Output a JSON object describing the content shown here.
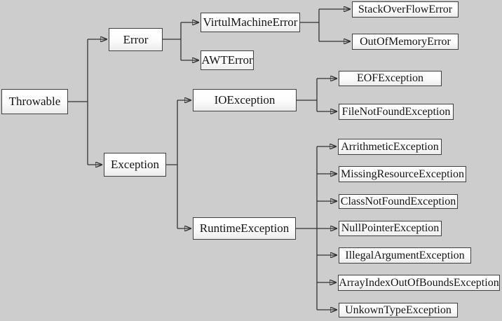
{
  "diagram": {
    "type": "tree-hierarchy",
    "background_color": "#cdcdcd",
    "box_fill_color": "#ffffff",
    "box_border_color": "#404040",
    "line_color": "#333333",
    "text_color": "#141414",
    "nodes": {
      "throwable": {
        "label": "Throwable"
      },
      "error": {
        "label": "Error"
      },
      "exception": {
        "label": "Exception"
      },
      "virtulmachineerror": {
        "label": "VirtulMachineError"
      },
      "awterror": {
        "label": "AWTError"
      },
      "ioexception": {
        "label": "IOException"
      },
      "runtimeexception": {
        "label": "RuntimeException"
      },
      "stackoverflowerror": {
        "label": "StackOverFlowError"
      },
      "outofmemoryerror": {
        "label": "OutOfMemoryError"
      },
      "eofexception": {
        "label": "EOFException"
      },
      "filenotfoundexception": {
        "label": "FileNotFoundException"
      },
      "arrithmeticexception": {
        "label": "ArrithmeticException"
      },
      "missingresourceexception": {
        "label": "MissingResourceException"
      },
      "classnotfoundexception": {
        "label": "ClassNotFoundException"
      },
      "nullpointerexception": {
        "label": "NullPointerException"
      },
      "illegalargumentexception": {
        "label": "IllegalArgumentException"
      },
      "arrayindexoutofboundsexception": {
        "label": "ArrayIndexOutOfBoundsException"
      },
      "unkowntypeexception": {
        "label": "UnkownTypeException"
      }
    },
    "edges": [
      {
        "from": "throwable",
        "to": "error"
      },
      {
        "from": "throwable",
        "to": "exception"
      },
      {
        "from": "error",
        "to": "virtulmachineerror"
      },
      {
        "from": "error",
        "to": "awterror"
      },
      {
        "from": "virtulmachineerror",
        "to": "stackoverflowerror"
      },
      {
        "from": "virtulmachineerror",
        "to": "outofmemoryerror"
      },
      {
        "from": "exception",
        "to": "ioexception"
      },
      {
        "from": "exception",
        "to": "runtimeexception"
      },
      {
        "from": "ioexception",
        "to": "eofexception"
      },
      {
        "from": "ioexception",
        "to": "filenotfoundexception"
      },
      {
        "from": "runtimeexception",
        "to": "arrithmeticexception"
      },
      {
        "from": "runtimeexception",
        "to": "missingresourceexception"
      },
      {
        "from": "runtimeexception",
        "to": "classnotfoundexception"
      },
      {
        "from": "runtimeexception",
        "to": "nullpointerexception"
      },
      {
        "from": "runtimeexception",
        "to": "illegalargumentexception"
      },
      {
        "from": "runtimeexception",
        "to": "arrayindexoutofboundsexception"
      },
      {
        "from": "runtimeexception",
        "to": "unkowntypeexception"
      }
    ]
  }
}
